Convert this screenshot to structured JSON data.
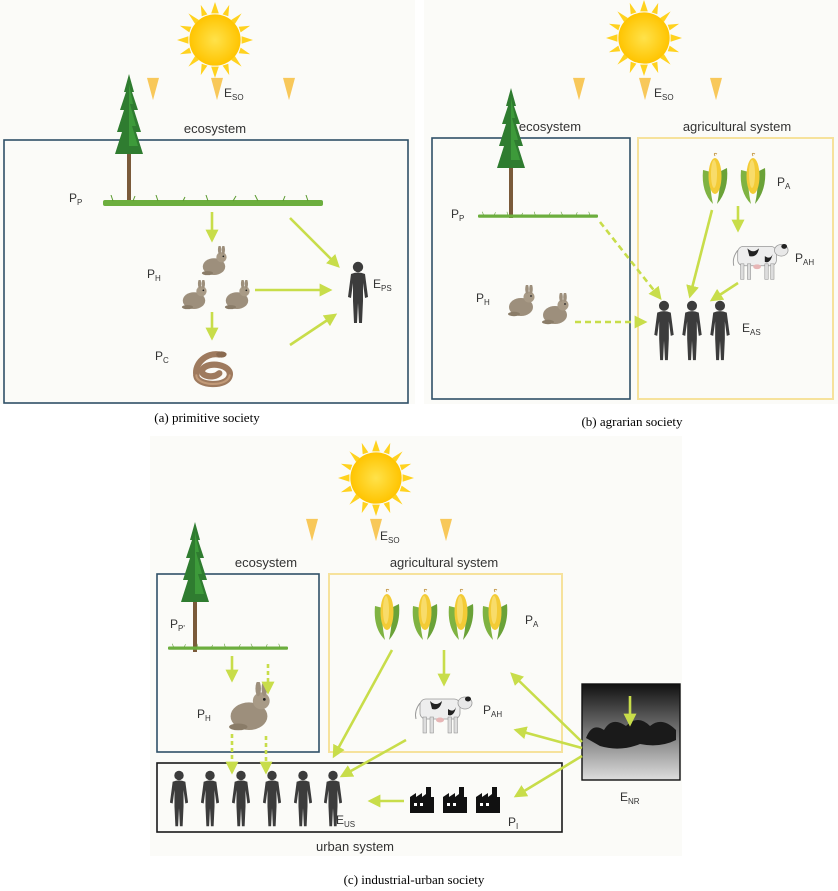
{
  "colors": {
    "ecosystem_border": "#2f5068",
    "agri_border": "#f6e29c",
    "urban_border": "#1a1a1a",
    "arrow": "#c8dd4a",
    "sun": "#ffd21f",
    "sun_ray": "#f8c85a",
    "human": "#3c3c3c",
    "rabbit": "#9d8f7c",
    "grass": "#6cae3e",
    "tree": "#2f7c30",
    "corn": "#f3cb36",
    "background_tint": "#fbfbf8"
  },
  "icons": [
    "sun-icon",
    "tree-icon",
    "grass-icon",
    "rabbit-icon",
    "snake-icon",
    "human-icon",
    "corn-icon",
    "cow-icon",
    "factory-icon",
    "coal-icon"
  ],
  "panel_a": {
    "caption": "(a) primitive society",
    "ecosystem_title": "ecosystem",
    "labels": {
      "eso": "E",
      "eso_sub": "SO",
      "pp": "P",
      "pp_sub": "P",
      "ph": "P",
      "ph_sub": "H",
      "pc": "P",
      "pc_sub": "C",
      "eps": "E",
      "eps_sub": "PS"
    }
  },
  "panel_b": {
    "caption": "(b) agrarian society",
    "ecosystem_title": "ecosystem",
    "agri_title": "agricultural system",
    "labels": {
      "eso": "E",
      "eso_sub": "SO",
      "pp": "P",
      "pp_sub": "P",
      "ph": "P",
      "ph_sub": "H",
      "pa": "P",
      "pa_sub": "A",
      "pah": "P",
      "pah_sub": "AH",
      "eas": "E",
      "eas_sub": "AS"
    }
  },
  "panel_c": {
    "caption": "(c) industrial-urban society",
    "ecosystem_title": "ecosystem",
    "agri_title": "agricultural system",
    "urban_title": "urban system",
    "labels": {
      "eso": "E",
      "eso_sub": "SO",
      "pp": "P",
      "pp_sub": "P'",
      "ph": "P",
      "ph_sub": "H",
      "pa": "P",
      "pa_sub": "A",
      "pah": "P",
      "pah_sub": "AH",
      "eus": "E",
      "eus_sub": "US",
      "pi": "P",
      "pi_sub": "I",
      "enr": "E",
      "enr_sub": "NR"
    }
  }
}
